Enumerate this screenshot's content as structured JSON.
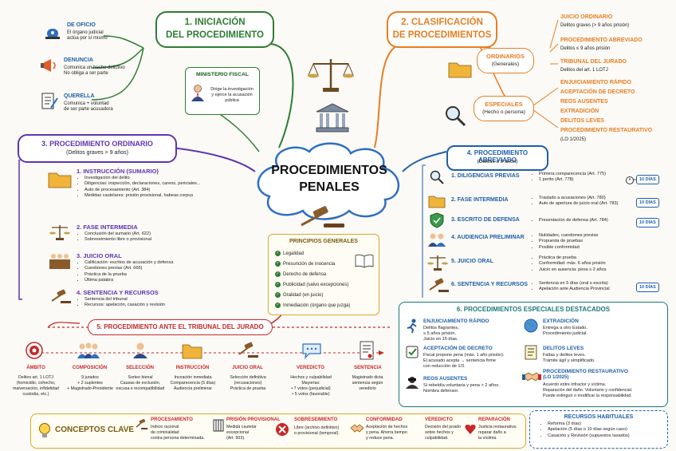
{
  "center": {
    "line1": "PROCEDIMIENTOS",
    "line2": "PENALES"
  },
  "initiation": {
    "title_line1": "1. INICIACIÓN",
    "title_line2": "DEL PROCEDIMIENTO",
    "items": [
      {
        "title": "DE OFICIO",
        "desc1": "El órgano judicial",
        "desc2": "actúa por sí mismo"
      },
      {
        "title": "DENUNCIA",
        "desc1": "Comunica un hecho delictivo",
        "desc2": "No obliga a ser parte"
      },
      {
        "title": "QUERELLA",
        "desc1": "Comunica + voluntad",
        "desc2": "de ser parte acusadora"
      }
    ],
    "ministerio": {
      "title": "MINISTERIO FISCAL",
      "desc1": "Dirige la investigación",
      "desc2": "y ejerce la acusación",
      "desc3": "pública"
    }
  },
  "classification": {
    "title_line1": "2. CLASIFICACIÓN",
    "title_line2": "DE PROCEDIMIENTOS",
    "ordinarios": {
      "label1": "ORDINARIOS",
      "label2": "(Generales)"
    },
    "especiales": {
      "label1": "ESPECIALES",
      "label2": "(Hecho o persona)"
    },
    "ordinary_list": [
      {
        "title": "JUICIO ORDINARIO",
        "desc": "Delitos graves (> 9 años prisión)"
      },
      {
        "title": "PROCEDIMIENTO ABREVIADO",
        "desc": "Delitos ≤ 9 años prisión"
      },
      {
        "title": "TRIBUNAL DEL JURADO",
        "desc": "Delitos del art. 1 LOTJ"
      }
    ],
    "special_list": [
      "ENJUICIAMIENTO RÁPIDO",
      "ACEPTACIÓN DE DECRETO",
      "REOS AUSENTES",
      "EXTRADICIÓN",
      "DELITOS LEVES",
      "PROCEDIMIENTO RESTAURATIVO"
    ],
    "special_note": "(LO 1/2025)"
  },
  "ordinary": {
    "title": "3. PROCEDIMIENTO ORDINARIO",
    "subtitle": "(Delitos graves > 9 años)",
    "phases": [
      {
        "title": "1. INSTRUCCIÓN (SUMARIO)",
        "items": [
          "Investigación del delito",
          "Diligencias: inspección, declaraciones, careos, periciales...",
          "Auto de procesamiento (Art. 384)",
          "Medidas cautelares: prisión provisional, habeas corpus"
        ]
      },
      {
        "title": "2. FASE INTERMEDIA",
        "items": [
          "Conclusión del sumario (Art. 622)",
          "Sobreseimiento libre o provisional"
        ]
      },
      {
        "title": "3. JUICIO ORAL",
        "items": [
          "Calificación: escritos de acusación y defensa",
          "Cuestiones previas (Art. 666)",
          "Práctica de la prueba",
          "Última palabra"
        ]
      },
      {
        "title": "4. SENTENCIA Y RECURSOS",
        "items": [
          "Sentencia del tribunal",
          "Recursos: apelación, casación y revisión"
        ]
      }
    ]
  },
  "principles": {
    "title": "PRINCIPIOS GENERALES",
    "items": [
      "Legalidad",
      "Presunción de inocencia",
      "Derecho de defensa",
      "Publicidad (salvo excepciones)",
      "Oralidad (en juicio)",
      "Inmediación (órgano que juzga)"
    ]
  },
  "abbreviated": {
    "title": "4. PROCEDIMIENTO ABREVIADO",
    "subtitle": "(Delitos ≤ 9 años)",
    "rows": [
      {
        "title": "1. DILIGENCIAS PREVIAS",
        "items": [
          "Primera comparecencia (Art. 775)",
          "1 perito (Art. 778)"
        ],
        "badge": "10 DÍAS"
      },
      {
        "title": "2. FASE INTERMEDIA",
        "items": [
          "Traslado a acusaciones (Art. 780)",
          "Auto de apertura de juicio oral (Art. 783)"
        ],
        "badge": "10 DÍAS"
      },
      {
        "title": "3. ESCRITO DE DEFENSA",
        "items": [
          "Presentación de defensa (Art. 784)"
        ],
        "badge": "10 DÍAS"
      },
      {
        "title": "4. AUDIENCIA PRELIMINAR",
        "items": [
          "Nulidades, cuestiones previas",
          "Propuesta de pruebas",
          "Posible conformidad"
        ],
        "badge": ""
      },
      {
        "title": "5. JUICIO ORAL",
        "items": [
          "Práctica de prueba",
          "Conformidad: máx. 6 años prisión",
          "Juicio en ausencia: pena ≤ 2 años"
        ],
        "badge": ""
      },
      {
        "title": "6. SENTENCIA Y RECURSOS",
        "items": [
          "Sentencia en 5 días (oral o escrita)",
          "Apelación ante Audiencia Provincial"
        ],
        "badge": "10 DÍAS"
      }
    ]
  },
  "jury": {
    "title": "5. PROCEDIMIENTO ANTE EL TRIBUNAL DEL JURADO",
    "steps": [
      {
        "title": "ÁMBITO",
        "lines": [
          "Delitos art. 1 LOTJ",
          "(homicidio, cohecho,",
          "malversación, infidelidad",
          "custodia, etc.)"
        ]
      },
      {
        "title": "COMPOSICIÓN",
        "lines": [
          "9 jurados",
          "+ 2 suplentes",
          "+ Magistrado-Presidente"
        ]
      },
      {
        "title": "SELECCIÓN",
        "lines": [
          "Sorteo bienal",
          "Causas de exclusión,",
          "excusa e incompatibilidad"
        ]
      },
      {
        "title": "INSTRUCCIÓN",
        "lines": [
          "Incoación inmediata",
          "Comparecencia (5 días)",
          "Audiencia preliminar"
        ]
      },
      {
        "title": "JUICIO ORAL",
        "lines": [
          "Selección definitiva",
          "(recusaciones)",
          "Práctica de prueba"
        ]
      },
      {
        "title": "VEREDICTO",
        "lines": [
          "Hechos y culpabilidad",
          "Mayorías:",
          "• 7 votos (perjudicial)",
          "• 5 votos (favorable)"
        ]
      },
      {
        "title": "SENTENCIA",
        "lines": [
          "Magistrado dicta",
          "sentencia según",
          "veredicto"
        ]
      }
    ]
  },
  "special": {
    "title": "6. PROCEDIMIENTOS ESPECIALES DESTACADOS",
    "items": [
      {
        "title": "ENJUICIAMIENTO RÁPIDO",
        "lines": [
          "Delitos flagrantes,",
          "≤ 5 años prisión.",
          "Juicio en 15 días."
        ]
      },
      {
        "title": "EXTRADICIÓN",
        "lines": [
          "Entrega a otro Estado.",
          "Procedimiento judicial."
        ]
      },
      {
        "title": "ACEPTACIÓN DE DECRETO",
        "lines": [
          "Fiscal propone pena (máx. 1 año prisión).",
          "El acusado acepta → sentencia firme",
          "con reducción de 1/3."
        ]
      },
      {
        "title": "DELITOS LEVES",
        "lines": [
          "Faltas y delitos leves.",
          "Trámite ágil y simplificado."
        ]
      },
      {
        "title": "REOS AUSENTES",
        "lines": [
          "Si rebeldía voluntaria y pena > 2 años.",
          "Nombra defensor."
        ]
      },
      {
        "title": "PROCEDIMIENTO RESTAURATIVO",
        "title2": "(LO 1/2025)",
        "lines": [
          "Acuerdo entre infractor y víctima.",
          "Reparación del daño. Voluntario y confidencial.",
          "Puede extinguir o modificar la responsabilidad."
        ]
      }
    ]
  },
  "concepts": {
    "title": "CONCEPTOS CLAVE",
    "items": [
      {
        "title": "PROCESAMIENTO",
        "lines": [
          "Indicio racional",
          "de criminalidad",
          "contra persona determinada."
        ]
      },
      {
        "title": "PRISIÓN PROVISIONAL",
        "lines": [
          "Medida cautelar",
          "excepcional",
          "(Art. 503)."
        ]
      },
      {
        "title": "SOBRESEIMIENTO",
        "lines": [
          "Libre (archivo definitivo)",
          "o provisional (temporal)."
        ]
      },
      {
        "title": "CONFORMIDAD",
        "lines": [
          "Aceptación de hechos",
          "y pena. Ahorra tiempo",
          "y reduce pena."
        ]
      },
      {
        "title": "VEREDICTO",
        "lines": [
          "Decisión del jurado",
          "sobre hechos y",
          "culpabilidad."
        ]
      },
      {
        "title": "REPARACIÓN",
        "lines": [
          "Justicia restaurativa:",
          "reparar daño a",
          "la víctima."
        ]
      }
    ]
  },
  "recursos": {
    "title": "RECURSOS HABITUALES",
    "items": [
      "Reforma (3 días)",
      "Apelación (5 días o 10 días según caso)",
      "Casación y Revisión (supuestos tasados)"
    ]
  }
}
